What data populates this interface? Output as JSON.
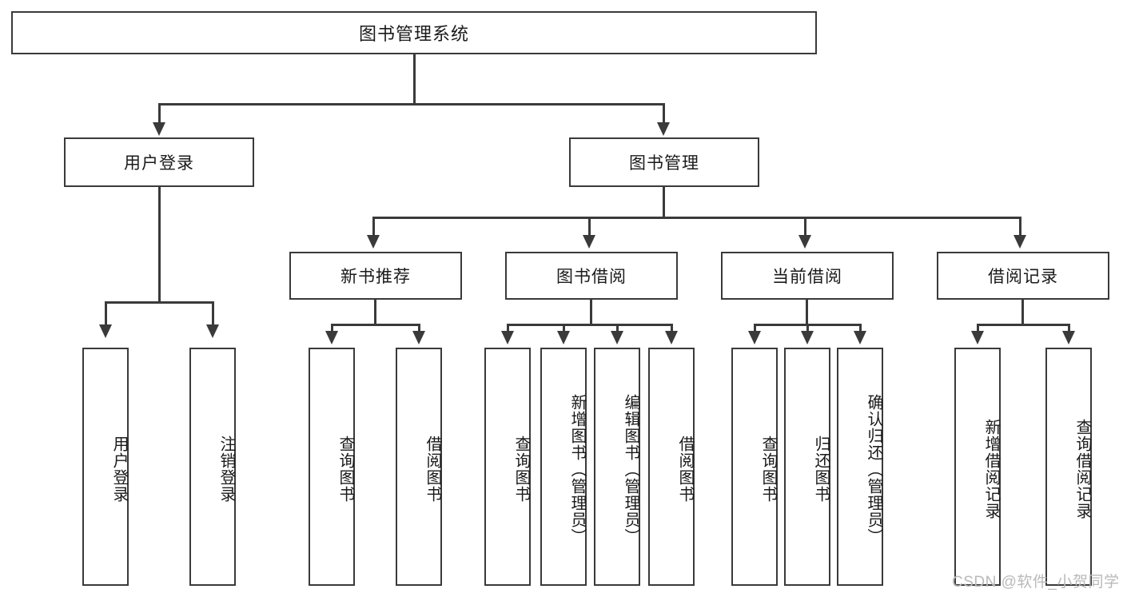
{
  "diagram": {
    "type": "tree",
    "title": "图书管理系统",
    "root": {
      "label": "图书管理系统"
    },
    "level2": [
      {
        "label": "用户登录"
      },
      {
        "label": "图书管理"
      }
    ],
    "level3": [
      {
        "label": "新书推荐"
      },
      {
        "label": "图书借阅"
      },
      {
        "label": "当前借阅"
      },
      {
        "label": "借阅记录"
      }
    ],
    "leaves": {
      "user_login": [
        {
          "label": "用户登录"
        },
        {
          "label": "注销登录"
        }
      ],
      "new_book_recommend": [
        {
          "label": "查询图书"
        },
        {
          "label": "借阅图书"
        }
      ],
      "book_borrow": [
        {
          "label": "查询图书"
        },
        {
          "label": "新增图书（管理员）"
        },
        {
          "label": "编辑图书（管理员）"
        },
        {
          "label": "借阅图书"
        }
      ],
      "current_borrow": [
        {
          "label": "查询图书"
        },
        {
          "label": "归还图书"
        },
        {
          "label": "确认归还（管理员）"
        }
      ],
      "borrow_record": [
        {
          "label": "新增借阅记录"
        },
        {
          "label": "查询借阅记录"
        }
      ]
    }
  },
  "watermark": {
    "text": "CSDN @软件_小贺同学"
  },
  "colors": {
    "stroke": "#3a3a3a",
    "text": "#1a1a1a",
    "background": "#ffffff",
    "watermark": "#b9b9b9"
  }
}
